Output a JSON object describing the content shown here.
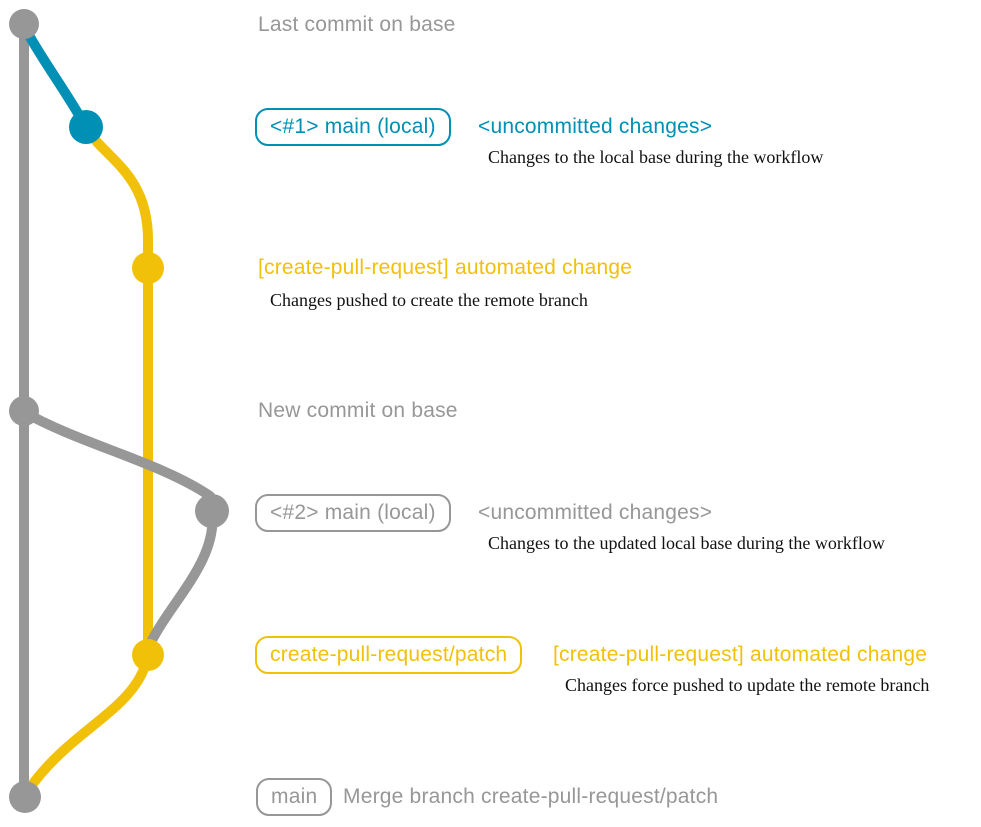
{
  "colors": {
    "gray": "#979797",
    "blue": "#008fb5",
    "yellow": "#f1c109",
    "description_text": "#111111",
    "background": "#ffffff"
  },
  "annotations": {
    "row1": {
      "label": "Last commit on base"
    },
    "row2": {
      "badge": "<#1> main (local)",
      "heading": "<uncommitted changes>",
      "description": "Changes to the local base during the workflow"
    },
    "row3": {
      "heading": "[create-pull-request] automated change",
      "description": "Changes pushed to create the remote branch"
    },
    "row4": {
      "label": "New commit on base"
    },
    "row5": {
      "badge": "<#2> main (local)",
      "heading": "<uncommitted changes>",
      "description": "Changes to the updated local base during the workflow"
    },
    "row6": {
      "badge": "create-pull-request/patch",
      "heading": "[create-pull-request] automated change",
      "description": "Changes force pushed to update the remote branch"
    },
    "row7": {
      "badge": "main",
      "label": "Merge branch create-pull-request/patch"
    }
  }
}
